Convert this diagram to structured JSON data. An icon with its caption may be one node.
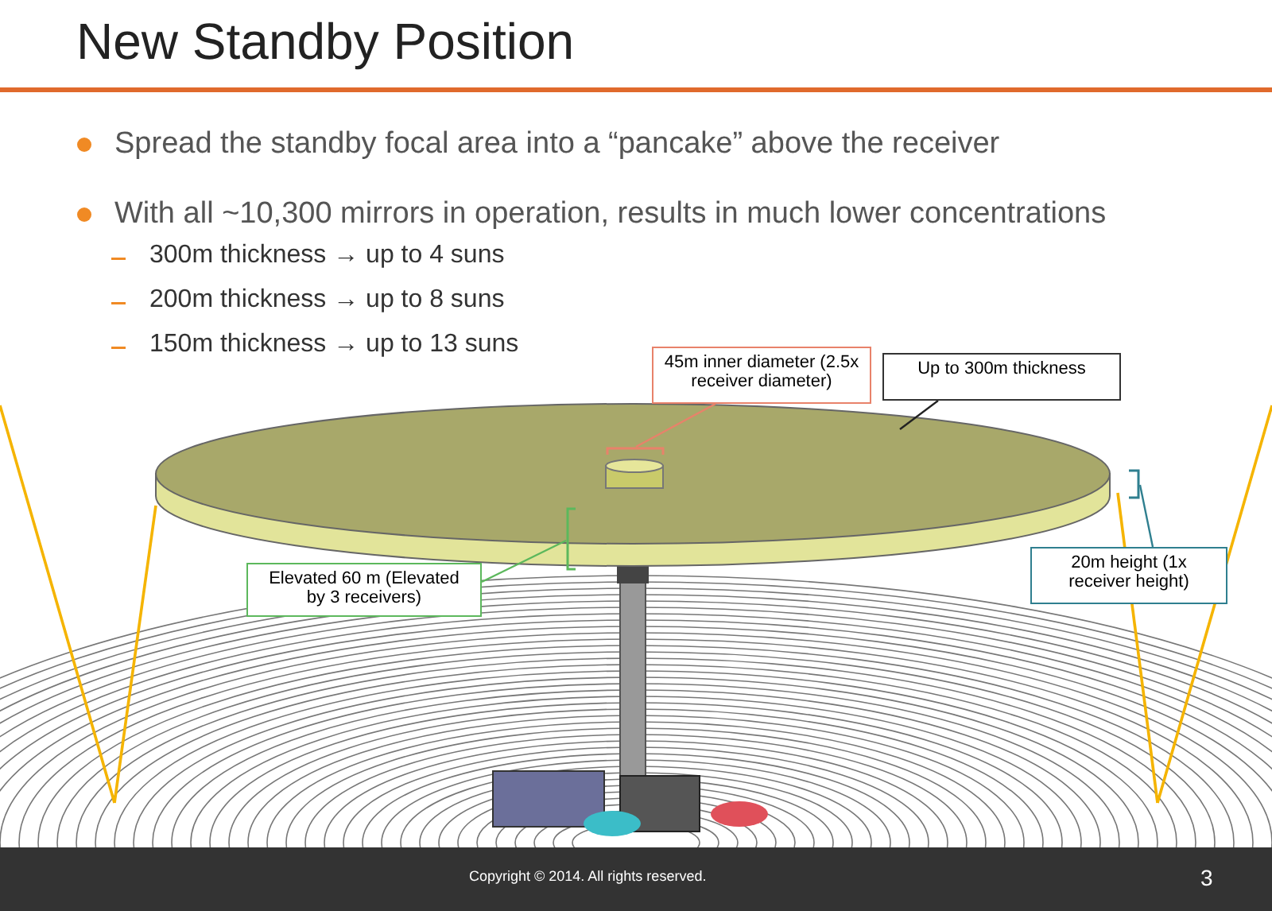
{
  "diagram": {
    "title": "New Standby Position",
    "nodes": [
      {
        "text": [
          "45m inner diameter (2.5x receiver diameter)"
        ]
      },
      {
        "text": [
          "Up to 300m thickness"
        ]
      },
      {
        "text": [
          "Elevated 60 m (Elevated by 3 receivers)"
        ]
      },
      {
        "text": [
          "20m height (1x receiver height)"
        ]
      },
      {
        "text": [],
        "shape": "bracket",
        "in": 5
      },
      {
        "text": [],
        "shape": "disc"
      },
      {
        "text": [],
        "shape": "bracket"
      },
      {
        "text": [],
        "shape": "bracket"
      }
    ],
    "edges": [
      {
        "from": 0,
        "to": 4,
        "arrow": "none",
        "color": "#e8826a"
      },
      {
        "from": 1,
        "to": 5,
        "arrow": "none",
        "color": "#222222"
      },
      {
        "from": 2,
        "to": 6,
        "arrow": "none",
        "color": "#5cb85c"
      },
      {
        "from": 3,
        "to": 7,
        "arrow": "none",
        "color": "#2f7f8f"
      }
    ],
    "labels": [
      "Spread the standby focal area into a “pancake” above the receiver",
      "With all ~10,300 mirrors in operation, results in much lower concentrations",
      "300m thickness → up to 4 suns",
      "200m thickness → up to 8 suns",
      "150m thickness → up to 13 suns",
      "Copyright © 2014. All rights reserved.",
      "3"
    ]
  }
}
